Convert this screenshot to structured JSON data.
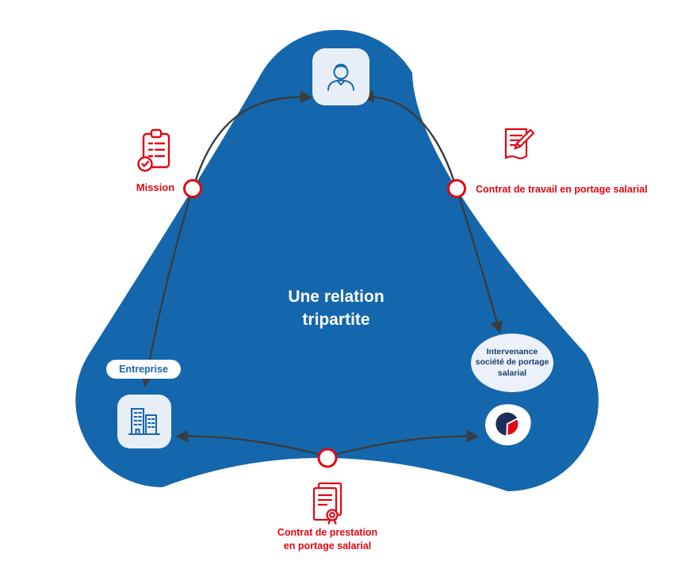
{
  "title": {
    "line1": "Une relation",
    "line2": "tripartite"
  },
  "parties": {
    "consultant": {
      "icon": "person-icon"
    },
    "entreprise": {
      "label": "Entreprise",
      "icon": "buildings-icon"
    },
    "portage": {
      "label_line1": "Intervenance",
      "label_line2": "société de portage",
      "label_line3": "salarial",
      "icon": "portage-logo-icon"
    }
  },
  "links": {
    "mission": {
      "label": "Mission",
      "icon": "clipboard-check-icon"
    },
    "contrat_travail": {
      "label": "Contrat de travail en portage salarial",
      "icon": "document-pen-icon"
    },
    "contrat_prestation": {
      "label_line1": "Contrat de prestation",
      "label_line2": "en portage salarial",
      "icon": "documents-seal-icon"
    }
  },
  "colors": {
    "blue": "#1467ac",
    "red": "#e30613",
    "navy": "#1e2d5a",
    "arrow": "#3a3c40",
    "tile": "#e8eef6",
    "white": "#ffffff"
  }
}
